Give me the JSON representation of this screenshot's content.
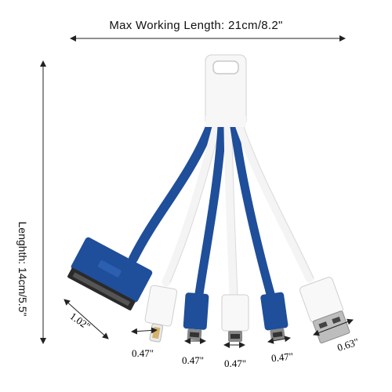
{
  "annotations": {
    "max_working_length": "Max Working Length: 21cm/8.2\"",
    "length": "Lenghth: 14cm/5.5\"",
    "dim_30pin": "1.02\"",
    "dim_lightning": "0.47\"",
    "dim_micro_1": "0.47\"",
    "dim_micro_2": "0.47\"",
    "dim_micro_3": "0.47\"",
    "dim_usb": "0.63\""
  },
  "colors": {
    "blue": "#1f4e9a",
    "blue_dark": "#16397a",
    "white": "#f4f4f4",
    "outline": "#c8c8c8"
  }
}
